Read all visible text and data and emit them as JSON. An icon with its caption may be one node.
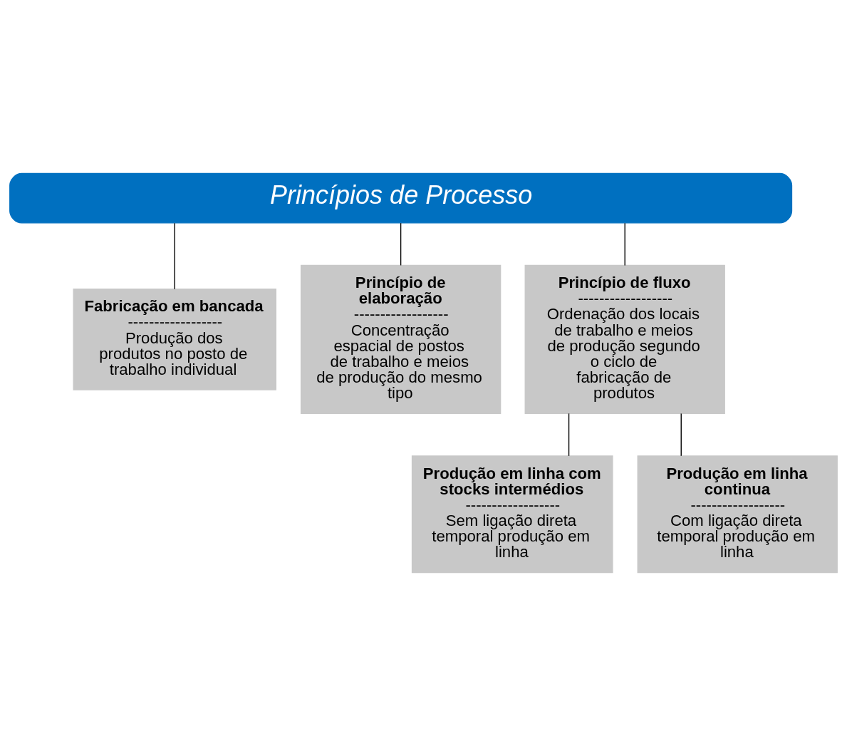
{
  "diagram": {
    "nodes": [
      {
        "text": [
          "Princípios de Processo"
        ]
      },
      {
        "text": [
          "Fabricação em bancada",
          "------------------",
          "Produção dos produtos no posto de trabalho individual"
        ]
      },
      {
        "text": [
          "Princípio de elaboração",
          "------------------",
          "Concentração espacial de postos de trabalho e meios de produção do mesmo tipo"
        ]
      },
      {
        "text": [
          "Princípio de fluxo",
          "------------------",
          "Ordenação dos locais de trabalho e meios de produção segundo o ciclo de fabricação de produtos"
        ]
      },
      {
        "text": [
          "Produção em linha com stocks intermédios",
          "------------------",
          "Sem ligação direta temporal produção em linha"
        ]
      },
      {
        "text": [
          "Produção em linha continua",
          "------------------",
          "Com ligação direta temporal produção em linha"
        ]
      }
    ],
    "edges": [
      {
        "from": 0,
        "to": 1,
        "arrow": "none"
      },
      {
        "from": 0,
        "to": 2,
        "arrow": "none"
      },
      {
        "from": 0,
        "to": 3,
        "arrow": "none"
      },
      {
        "from": 3,
        "to": 4,
        "arrow": "none"
      },
      {
        "from": 3,
        "to": 5,
        "arrow": "none"
      }
    ]
  }
}
